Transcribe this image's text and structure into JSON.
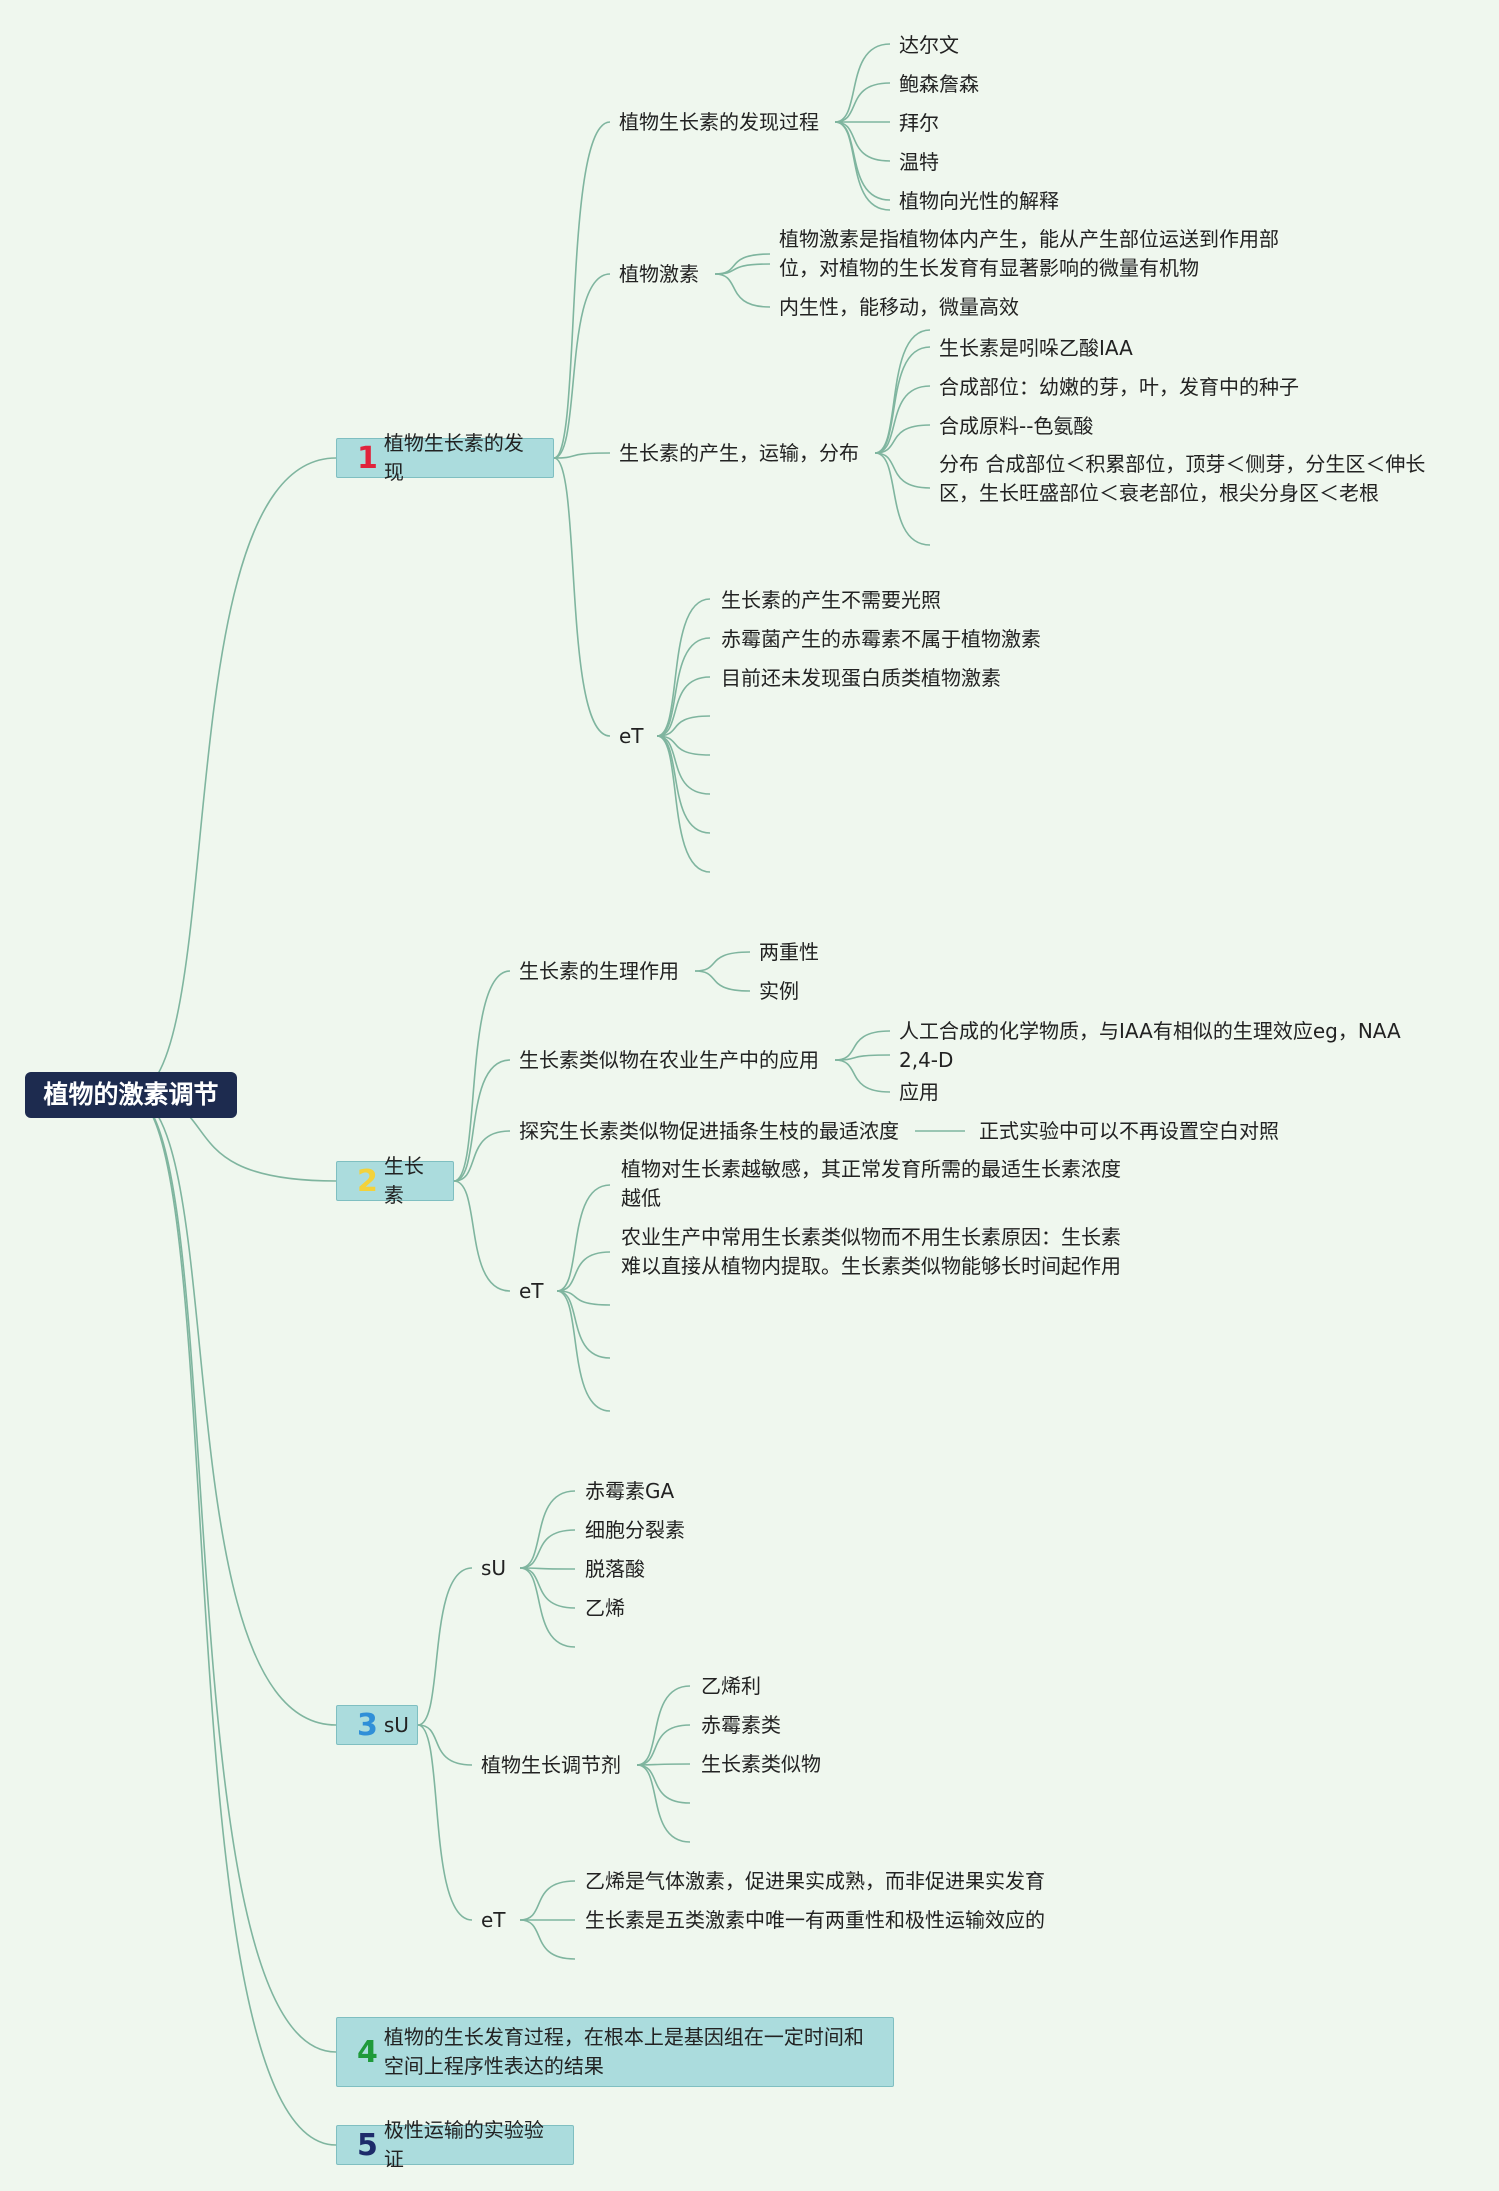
{
  "root": "植物的激素调节",
  "accent": {
    "line": "#7fb59f",
    "rootBg": "#1d2b4f",
    "mainBg": "#abdcdd",
    "bg": "#eff7ee"
  },
  "branches": [
    {
      "num": "1",
      "num_color": "#e0233c",
      "label": "植物生长素的发现",
      "children": [
        {
          "label": "植物生长素的发现过程",
          "children": [
            "达尔文",
            "鲍森詹森",
            "拜尔",
            "温特",
            "植物向光性的解释"
          ]
        },
        {
          "label": "植物激素",
          "children": [
            "植物激素是指植物体内产生，能从产生部位运送到作用部位，对植物的生长发育有显著影响的微量有机物",
            "内生性，能移动，微量高效"
          ]
        },
        {
          "label": "生长素的产生，运输，分布",
          "children": [
            "生长素是吲哚乙酸IAA",
            "合成部位：幼嫩的芽，叶，发育中的种子",
            "合成原料--色氨酸",
            "分布 合成部位＜积累部位，顶芽＜侧芽，分生区＜伸长区，生长旺盛部位＜衰老部位，根尖分身区＜老根"
          ]
        },
        {
          "label": "eT",
          "children": [
            "生长素的产生不需要光照",
            "赤霉菌产生的赤霉素不属于植物激素",
            "目前还未发现蛋白质类植物激素"
          ]
        }
      ]
    },
    {
      "num": "2",
      "num_color": "#f3d23a",
      "label": "生长素",
      "children": [
        {
          "label": "生长素的生理作用",
          "children": [
            "两重性",
            "实例"
          ]
        },
        {
          "label": "生长素类似物在农业生产中的应用",
          "children": [
            "人工合成的化学物质，与IAA有相似的生理效应eg，NAA 2,4-D",
            "应用"
          ]
        },
        {
          "label": "探究生长素类似物促进插条生枝的最适浓度",
          "children": [
            "正式实验中可以不再设置空白对照"
          ]
        },
        {
          "label": "eT",
          "children": [
            "植物对生长素越敏感，其正常发育所需的最适生长素浓度越低",
            "农业生产中常用生长素类似物而不用生长素原因：生长素难以直接从植物内提取。生长素类似物能够长时间起作用"
          ]
        }
      ]
    },
    {
      "num": "3",
      "num_color": "#2f8fd8",
      "label": "sU",
      "children": [
        {
          "label": "sU",
          "children": [
            "赤霉素GA",
            "细胞分裂素",
            "脱落酸",
            "乙烯"
          ]
        },
        {
          "label": "植物生长调节剂",
          "children": [
            "乙烯利",
            "赤霉素类",
            "生长素类似物"
          ]
        },
        {
          "label": "eT",
          "children": [
            "乙烯是气体激素，促进果实成熟，而非促进果实发育",
            "生长素是五类激素中唯一有两重性和极性运输效应的"
          ]
        }
      ]
    },
    {
      "num": "4",
      "num_color": "#1f9a3a",
      "label": "植物的生长发育过程，在根本上是基因组在一定时间和空间上程序性表达的结果"
    },
    {
      "num": "5",
      "num_color": "#1d2b6a",
      "label": "极性运输的实验验证"
    }
  ]
}
